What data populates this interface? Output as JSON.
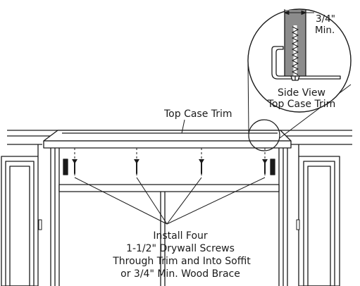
{
  "labels": {
    "top_case_trim": "Top Case Trim",
    "dimension_value": "3/4\"",
    "dimension_min": "Min.",
    "side_view_line1": "Side View",
    "side_view_line2": "Top Case Trim",
    "instruction_line1": "Install Four",
    "instruction_line2": "1-1/2\" Drywall Screws",
    "instruction_line3": "Through Trim and Into Soffit",
    "instruction_line4": "or 3/4\" Min. Wood Brace"
  },
  "colors": {
    "line": "#1a1a1a",
    "fill": "#ffffff",
    "wood": "#8c8c8c"
  }
}
